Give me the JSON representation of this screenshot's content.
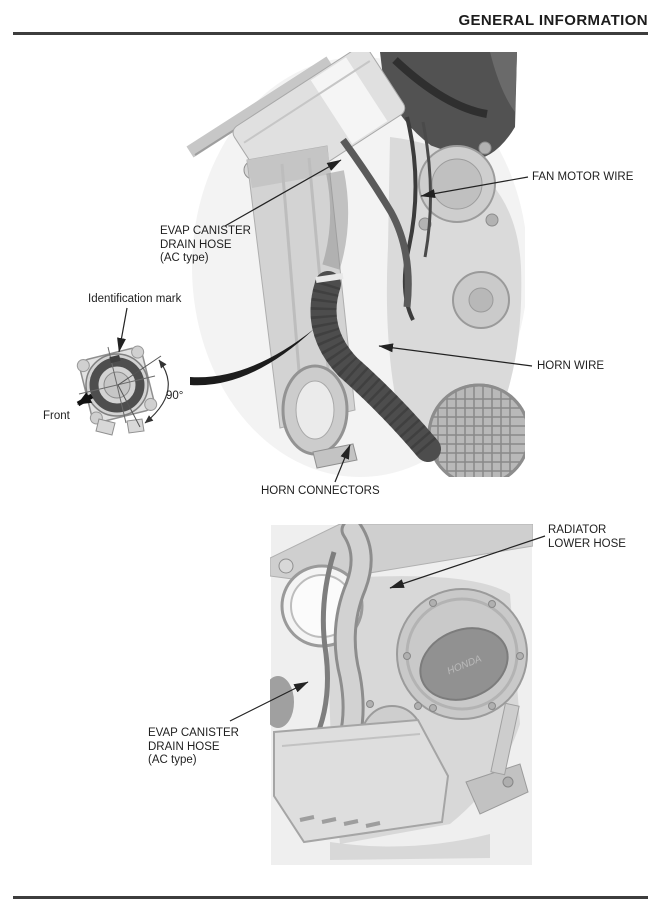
{
  "header": {
    "title": "GENERAL INFORMATION"
  },
  "figure_top": {
    "labels": {
      "evap_canister": {
        "line1": "EVAP CANISTER",
        "line2": "DRAIN HOSE",
        "line3": "(AC type)"
      },
      "fan_motor_wire": "FAN MOTOR WIRE",
      "identification_mark": "Identification mark",
      "front": "Front",
      "angle": "90°",
      "horn_wire": "HORN WIRE",
      "horn_connectors": "HORN CONNECTORS"
    }
  },
  "figure_bottom": {
    "labels": {
      "radiator_lower_hose": {
        "line1": "RADIATOR",
        "line2": "LOWER HOSE"
      },
      "evap_canister": {
        "line1": "EVAP CANISTER",
        "line2": "DRAIN HOSE",
        "line3": "(AC type)"
      }
    },
    "engraving": "HONDA"
  },
  "colors": {
    "text": "#1f1f1f",
    "rule": "#3d3d3d",
    "leader_line": "#222222",
    "swoosh": "#1c1c1c"
  }
}
